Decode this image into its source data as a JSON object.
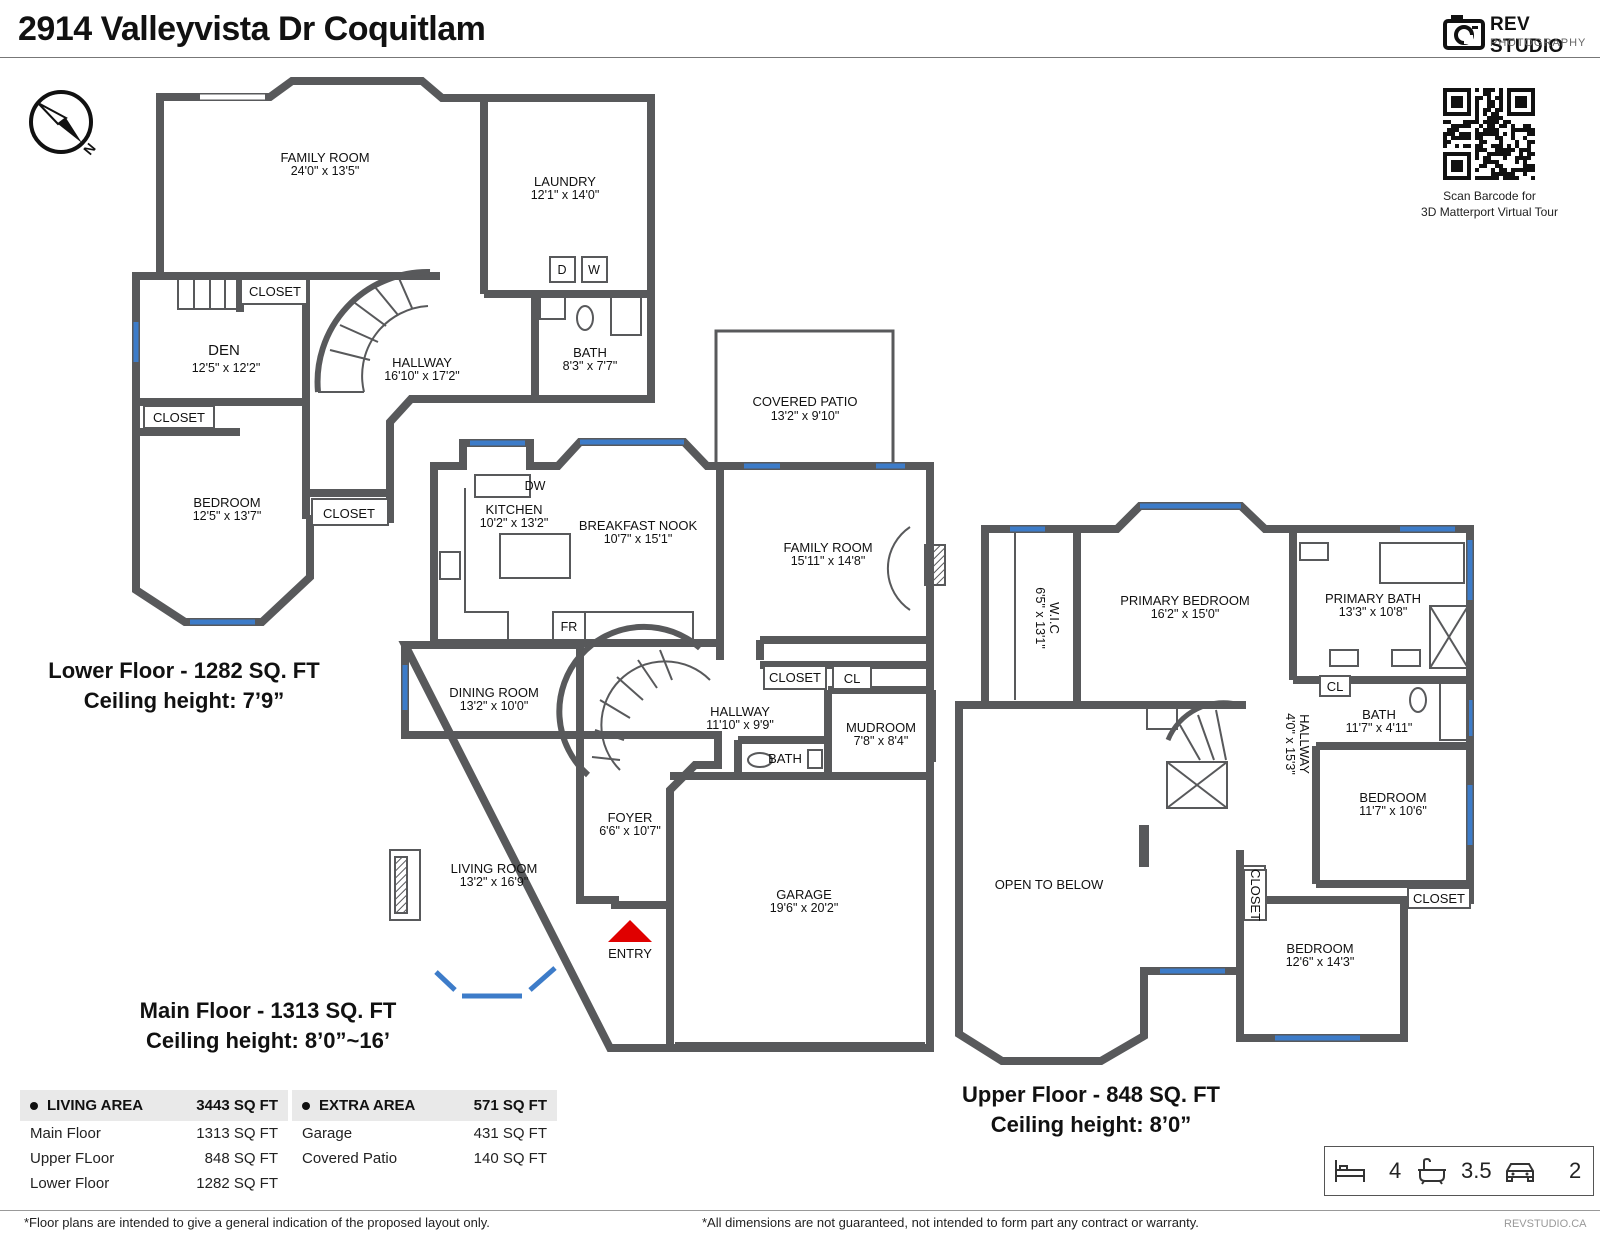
{
  "title": "2914 Valleyvista Dr Coquitlam",
  "logo": {
    "line1": "REV STUDIO",
    "line2": "PHOTOGRAPHY"
  },
  "qr_caption": {
    "line1": "Scan Barcode for",
    "line2": "3D Matterport Virtual Tour"
  },
  "compass_label": "N",
  "floors": {
    "lower": {
      "line1": "Lower Floor - 1282 SQ. FT",
      "line2": "Ceiling height:  7’9”"
    },
    "main": {
      "line1": "Main Floor - 1313 SQ. FT",
      "line2": "Ceiling height:  8’0”~16’"
    },
    "upper": {
      "line1": "Upper Floor - 848 SQ. FT",
      "line2": "Ceiling height:  8’0”"
    }
  },
  "rooms": {
    "lower_family": {
      "name": "FAMILY ROOM",
      "dim": "24'0\" x 13'5\""
    },
    "laundry": {
      "name": "LAUNDRY",
      "dim": "12'1\" x 14'0\""
    },
    "dryer": "D",
    "washer": "W",
    "lower_closet1": "CLOSET",
    "den": {
      "name": "DEN",
      "dim": "12'5\" x 12'2\""
    },
    "lower_hallway": {
      "name": "HALLWAY",
      "dim": "16'10\" x 17'2\""
    },
    "lower_bath": {
      "name": "BATH",
      "dim": "8'3\" x 7'7\""
    },
    "lower_closet2": "CLOSET",
    "lower_bedroom": {
      "name": "BEDROOM",
      "dim": "12'5\" x 13'7\""
    },
    "lower_closet3": "CLOSET",
    "covered_patio": {
      "name": "COVERED PATIO",
      "dim": "13'2\" x 9'10\""
    },
    "kitchen": {
      "name": "KITCHEN",
      "dim": "10'2\" x 13'2\""
    },
    "dishwasher": "DW",
    "fridge": "FR",
    "breakfast_nook": {
      "name": "BREAKFAST NOOK",
      "dim": "10'7\" x 15'1\""
    },
    "main_family": {
      "name": "FAMILY ROOM",
      "dim": "15'11\" x 14'8\""
    },
    "main_closet": "CLOSET",
    "main_cl": "CL",
    "dining": {
      "name": "DINING ROOM",
      "dim": "13'2\" x 10'0\""
    },
    "main_hallway": {
      "name": "HALLWAY",
      "dim": "11'10\" x 9'9\""
    },
    "mudroom": {
      "name": "MUDROOM",
      "dim": "7'8\" x 8'4\""
    },
    "main_bath": "BATH",
    "foyer": {
      "name": "FOYER",
      "dim": "6'6\" x 10'7\""
    },
    "living": {
      "name": "LIVING ROOM",
      "dim": "13'2\" x 16'9\""
    },
    "entry": "ENTRY",
    "garage": {
      "name": "GARAGE",
      "dim": "19'6\" x 20'2\""
    },
    "wic": {
      "name": "W.I.C",
      "dim": "6'5\" x 13'1\""
    },
    "primary_bedroom": {
      "name": "PRIMARY BEDROOM",
      "dim": "16'2\" x 15'0\""
    },
    "primary_bath": {
      "name": "PRIMARY BATH",
      "dim": "13'3\" x 10'8\""
    },
    "upper_cl": "CL",
    "upper_bath": {
      "name": "BATH",
      "dim": "11'7\" x 4'11\""
    },
    "upper_hallway": {
      "name": "HALLWAY",
      "dim": "4'0\" x 15'3\""
    },
    "open_to_below": "OPEN TO BELOW",
    "upper_bedroom1": {
      "name": "BEDROOM",
      "dim": "11'7\" x 10'6\""
    },
    "upper_closet1": "CLOSET",
    "upper_closet2": "CLOSET",
    "upper_bedroom2": {
      "name": "BEDROOM",
      "dim": "12'6\" x 14'3\""
    }
  },
  "living_area": {
    "header": "LIVING AREA",
    "total": "3443 SQ FT",
    "rows": [
      {
        "label": "Main Floor",
        "value": "1313 SQ FT"
      },
      {
        "label": "Upper FLoor",
        "value": "848 SQ FT"
      },
      {
        "label": "Lower Floor",
        "value": "1282 SQ FT"
      }
    ]
  },
  "extra_area": {
    "header": "EXTRA AREA",
    "total": "571 SQ FT",
    "rows": [
      {
        "label": "Garage",
        "value": "431 SQ FT"
      },
      {
        "label": "Covered Patio",
        "value": "140 SQ FT"
      }
    ]
  },
  "stats": {
    "beds": "4",
    "baths": "3.5",
    "garage": "2",
    "icons": [
      "bed-icon",
      "bathtub-icon",
      "car-icon"
    ]
  },
  "footer": {
    "left": "*Floor plans are intended to give a general indication of the proposed layout only.",
    "center": "*All dimensions are not guaranteed, not intended to form part any contract or warranty.",
    "right": "REVSTUDIO.CA"
  },
  "colors": {
    "wall": "#58595b",
    "window": "#3d7cc9",
    "entry_marker": "#e00000",
    "table_header": "#e9e9e9"
  }
}
